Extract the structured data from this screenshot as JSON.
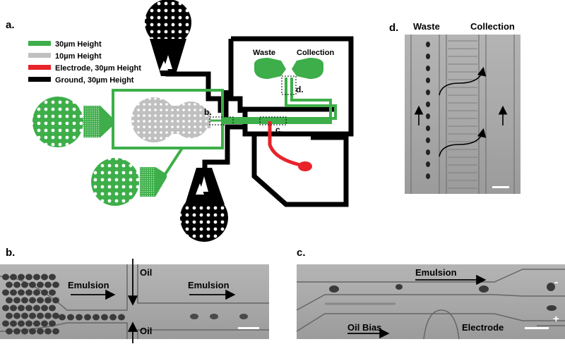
{
  "panels": {
    "a": "a.",
    "b": "b.",
    "c": "c.",
    "d": "d."
  },
  "legend": [
    {
      "label": "30µm Height",
      "color": "#3dae49"
    },
    {
      "label": "10µm Height",
      "color": "#c0c0c0"
    },
    {
      "label": "Electrode, 30µm Height",
      "color": "#e8232a"
    },
    {
      "label": "Ground, 30µm Height",
      "color": "#000000"
    }
  ],
  "device_labels": {
    "waste": "Waste",
    "collection": "Collection",
    "b": "b.",
    "c": "c.",
    "d": "d."
  },
  "panel_d": {
    "waste": "Waste",
    "collection": "Collection"
  },
  "panel_b": {
    "emulsion_left": "Emulsion",
    "oil_top": "Oil",
    "emulsion_right": "Emulsion",
    "oil_bottom": "Oil"
  },
  "panel_c": {
    "emulsion": "Emulsion",
    "oil_bias": "Oil Bias",
    "electrode": "Electrode",
    "minus": "-",
    "plus": "+"
  },
  "colors": {
    "green": "#3dae49",
    "gray": "#c0c0c0",
    "red": "#e8232a",
    "black": "#000000"
  }
}
